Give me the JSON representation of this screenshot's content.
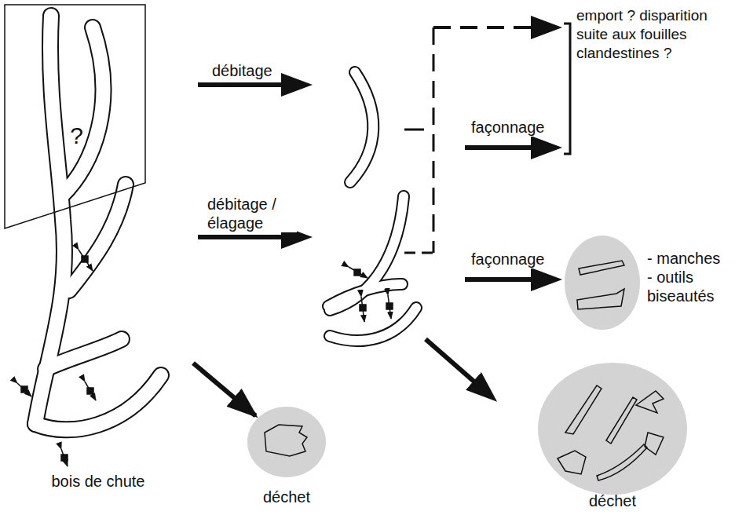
{
  "diagram": {
    "nodes": [
      {
        "text": [
          "bois de chute"
        ]
      },
      {
        "text": [
          "?"
        ]
      },
      {
        "text": [
          "déchet"
        ]
      },
      {
        "text": [
          "- manches",
          "- outils biseautés"
        ]
      },
      {
        "text": [
          "déchet"
        ]
      }
    ],
    "edges": [
      {
        "from": 0,
        "to": 2,
        "arrow": "to"
      }
    ],
    "labels": [
      "débitage",
      "débitage / élagage",
      "façonnage",
      "façonnage",
      "emport ? disparition suite aux fouilles clandestines ?"
    ]
  }
}
